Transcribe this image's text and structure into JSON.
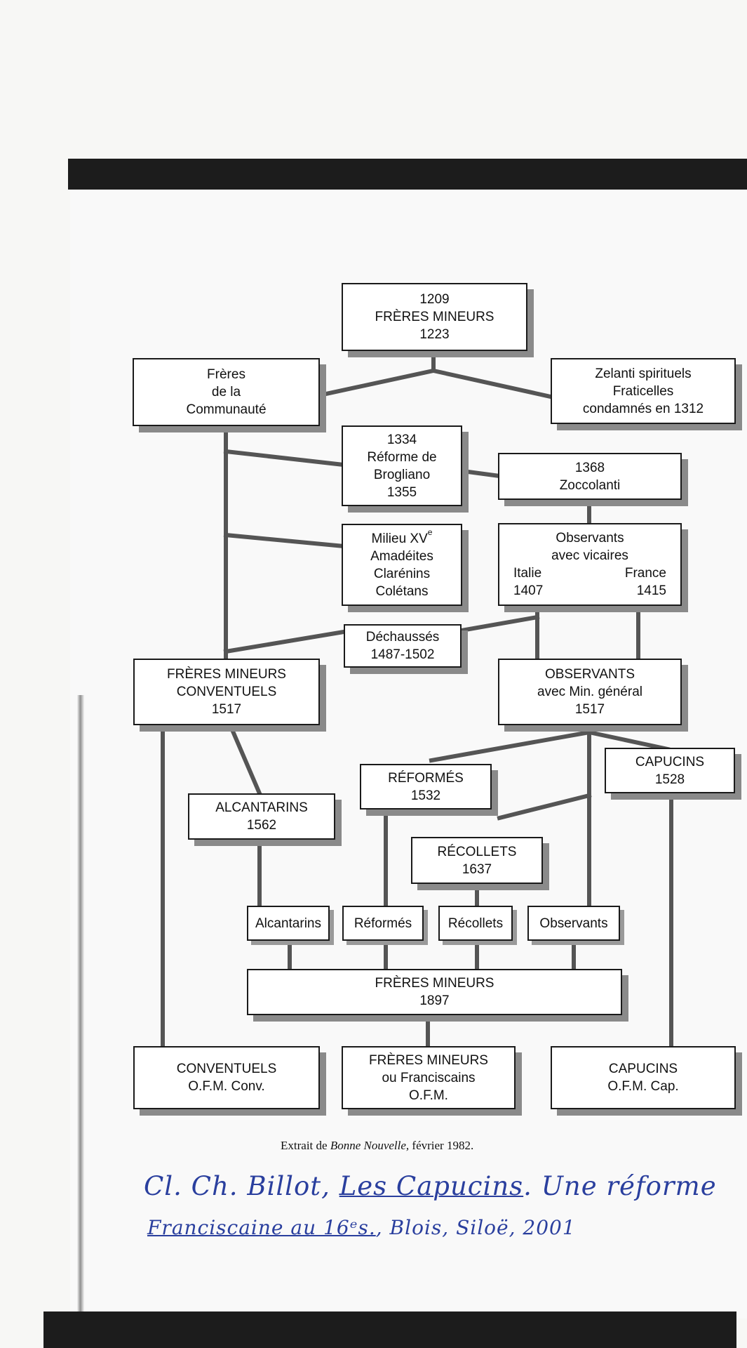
{
  "nodes": {
    "n1209": [
      "1209",
      "FRÈRES MINEURS",
      "1223"
    ],
    "communaute": [
      "Frères",
      "de la",
      "Communauté"
    ],
    "zelanti": [
      "Zelanti spirituels",
      "Fraticelles",
      "condamnés en 1312"
    ],
    "brogliano": [
      "1334",
      "Réforme de",
      "Brogliano",
      "1355"
    ],
    "zoccolanti": [
      "1368",
      "Zoccolanti"
    ],
    "milieu": {
      "line1_text": "Milieu XV",
      "line1_sup": "e",
      "rest": [
        "Amadéites",
        "Clarénins",
        "Colétans"
      ]
    },
    "observants_vicaires": {
      "lines": [
        "Observants",
        "avec vicaires"
      ],
      "left": [
        "Italie",
        "1407"
      ],
      "right": [
        "France",
        "1415"
      ]
    },
    "dechausses": [
      "Déchaussés",
      "1487-1502"
    ],
    "conventuels_1517": [
      "FRÈRES MINEURS",
      "CONVENTUELS",
      "1517"
    ],
    "observants_1517": [
      "OBSERVANTS",
      "avec Min. général",
      "1517"
    ],
    "capucins_1528": [
      "CAPUCINS",
      "1528"
    ],
    "reformes_1532": [
      "RÉFORMÉS",
      "1532"
    ],
    "alcantarins_1562": [
      "ALCANTARINS",
      "1562"
    ],
    "recollets_1637": [
      "RÉCOLLETS",
      "1637"
    ],
    "alcantarins": [
      "Alcantarins"
    ],
    "reformes": [
      "Réformés"
    ],
    "recollets": [
      "Récollets"
    ],
    "observants": [
      "Observants"
    ],
    "freres_1897": [
      "FRÈRES MINEURS",
      "1897"
    ],
    "conventuels_ofm": [
      "CONVENTUELS",
      "O.F.M. Conv."
    ],
    "franciscains": [
      "FRÈRES MINEURS",
      "ou Franciscains",
      "O.F.M."
    ],
    "capucins_ofm": [
      "CAPUCINS",
      "O.F.M. Cap."
    ]
  },
  "caption": {
    "prefix": "Extrait de ",
    "title": "Bonne Nouvelle,",
    "suffix": " février 1982."
  },
  "handwriting": {
    "line1_start": "Cl. Ch. Billot, ",
    "line1_underlined": "Les Capucins",
    "line1_end": ". Une réforme",
    "line2_underlined": "Franciscaine au 16ᵉs.",
    "line2_end": ", Blois, Siloë, 2001"
  },
  "colors": {
    "ink": "#111111",
    "connector": "#555555",
    "shadow": "#8a8a8a",
    "handwriting": "#2a3f9e",
    "scan_bar": "#1c1c1c"
  }
}
